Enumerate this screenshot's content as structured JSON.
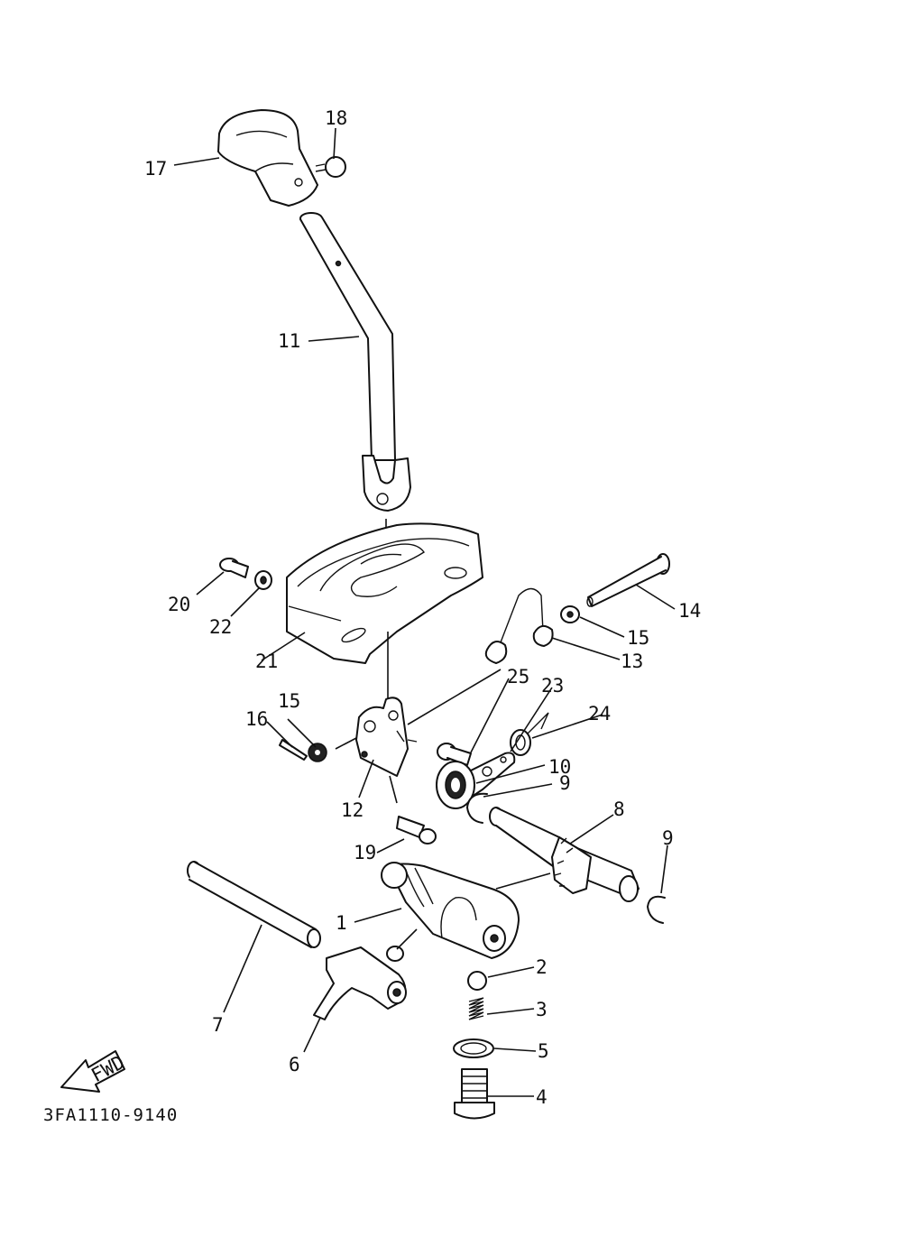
{
  "diagram": {
    "drawing_code": "3FA1110-9140",
    "fwd_label": "FWD",
    "callouts": [
      "1",
      "2",
      "3",
      "4",
      "5",
      "6",
      "7",
      "8",
      "9",
      "9",
      "10",
      "11",
      "12",
      "13",
      "14",
      "15",
      "15",
      "16",
      "17",
      "18",
      "19",
      "20",
      "21",
      "22",
      "23",
      "24",
      "25"
    ]
  }
}
